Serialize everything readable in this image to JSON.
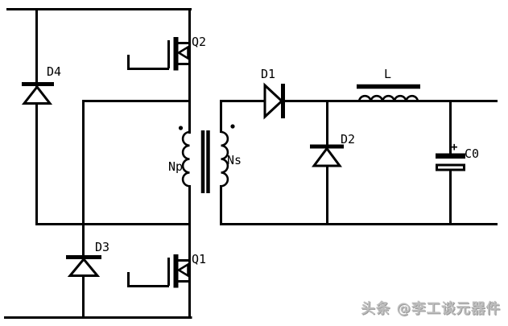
{
  "diagram": {
    "background_color": "#ffffff",
    "line_color": "#000000",
    "labels": {
      "q2": "Q2",
      "q1": "Q1",
      "d1": "D1",
      "d2": "D2",
      "d3": "D3",
      "d4": "D4",
      "np": "Np",
      "ns": "Ns",
      "l": "L",
      "c0": "C0",
      "cap_polarity": "+"
    },
    "watermark": {
      "text": "头条 @李工谈元器件",
      "color": "#bdbdbd"
    }
  }
}
